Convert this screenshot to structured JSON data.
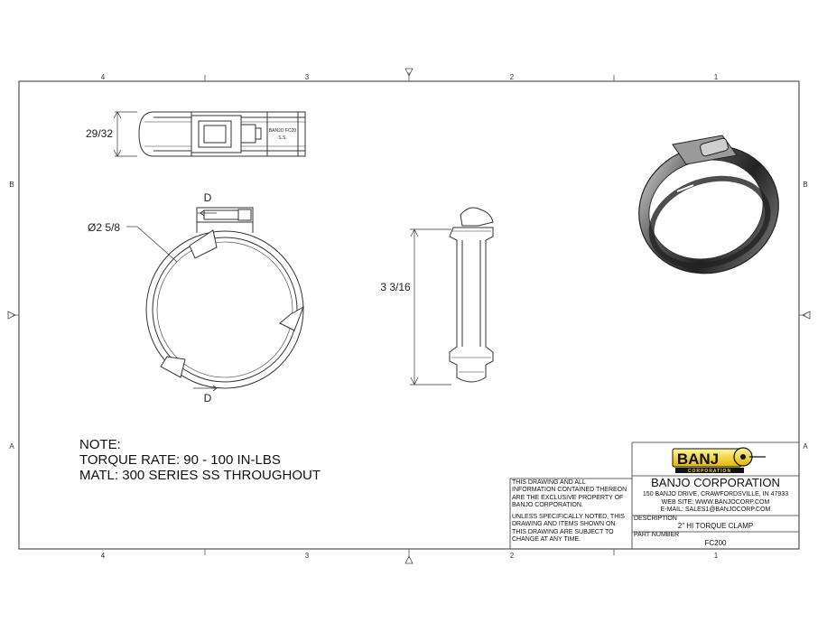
{
  "zone_labels": {
    "top": [
      "4",
      "3",
      "2",
      "1"
    ],
    "bottom": [
      "4",
      "3",
      "2",
      "1"
    ],
    "left": [
      "B",
      "A"
    ],
    "right": [
      "B",
      "A"
    ]
  },
  "dimensions": {
    "width": "29/32",
    "diameter": "Ø2 5/8",
    "height": "3 3/16",
    "section_top": "D",
    "section_bottom": "D",
    "band_marking_1": "BANJO FC20",
    "band_marking_2": "S.S."
  },
  "notes": {
    "heading": "NOTE:",
    "torque": "TORQUE RATE: 90 - 100 IN-LBS",
    "material": "MATL: 300 SERIES SS THROUGHOUT"
  },
  "disclaimer": {
    "line1": "THIS DRAWING AND ALL",
    "line2": "INFORMATION CONTAINED THEREON",
    "line3": "ARE THE EXCLUSIVE PROPERTY OF",
    "line4": "BANJO CORPORATION.",
    "line5": "UNLESS SPECIFICALLY NOTED, THIS",
    "line6": "DRAWING AND ITEMS SHOWN ON",
    "line7": "THIS DRAWING ARE SUBJECT TO",
    "line8": "CHANGE AT ANY TIME."
  },
  "title_block": {
    "logo_text": "BANJ",
    "logo_sub": "CORPORATION",
    "company": "BANJO CORPORATION",
    "address": "150 BANJO DRIVE, CRAWFORDSVILLE, IN 47933",
    "website": "WEB SITE: WWW.BANJOCORP.COM",
    "email": "E-MAIL: SALES1@BANJOCORP.COM",
    "description_label": "DESCRIPTION",
    "description": "2\" HI TORQUE CLAMP",
    "part_number_label": "PART NUMBER",
    "part_number": "FC200"
  },
  "colors": {
    "line": "#333333",
    "logo_yellow": "#f2d21b",
    "logo_black": "#111111"
  }
}
